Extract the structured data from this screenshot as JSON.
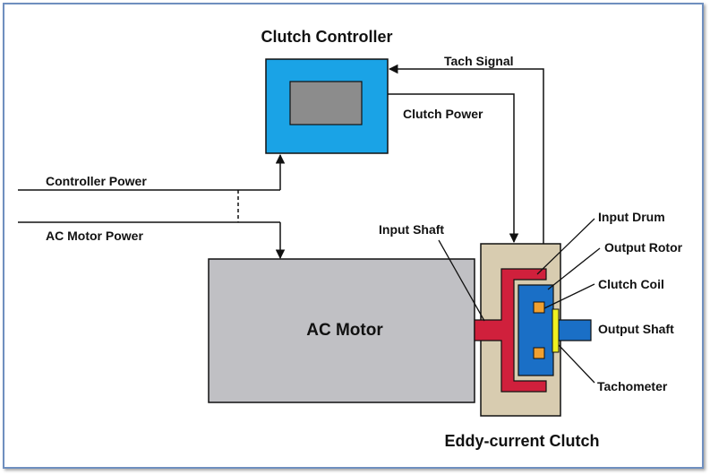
{
  "labels": {
    "clutch_controller": "Clutch Controller",
    "tach_signal": "Tach Signal",
    "clutch_power": "Clutch Power",
    "controller_power": "Controller Power",
    "ac_motor_power": "AC Motor Power",
    "ac_motor": "AC Motor",
    "input_shaft": "Input Shaft",
    "input_drum": "Input Drum",
    "output_rotor": "Output Rotor",
    "clutch_coil": "Clutch Coil",
    "output_shaft": "Output Shaft",
    "tachometer": "Tachometer",
    "eddy_current_clutch": "Eddy-current Clutch"
  },
  "colors": {
    "controller_fill": "#1aa3e6",
    "controller_screen": "#8c8c8c",
    "motor_fill": "#c0c0c4",
    "clutch_housing": "#d8ccb0",
    "input_drum": "#d0203c",
    "output_rotor": "#1a6fc6",
    "clutch_coil": "#f0a030",
    "tachometer": "#f0f020",
    "line": "#111111"
  }
}
